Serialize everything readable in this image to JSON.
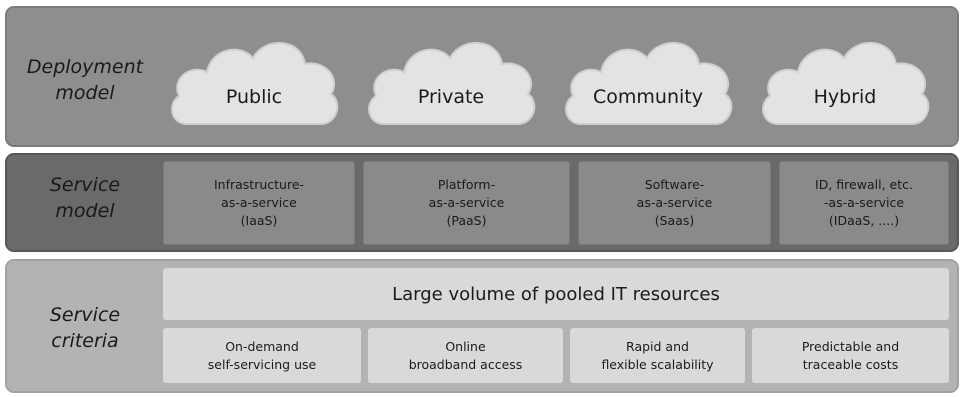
{
  "deployment": {
    "label_line1": "Deployment",
    "label_line2": "model",
    "clouds": [
      "Public",
      "Private",
      "Community",
      "Hybrid"
    ]
  },
  "service_model": {
    "label_line1": "Service",
    "label_line2": "model",
    "boxes": [
      {
        "line1": "Infrastructure-",
        "line2": "as-a-service",
        "line3": "(IaaS)"
      },
      {
        "line1": "Platform-",
        "line2": "as-a-service",
        "line3": "(PaaS)"
      },
      {
        "line1": "Software-",
        "line2": "as-a-service",
        "line3": "(Saas)"
      },
      {
        "line1": "ID, firewall, etc.",
        "line2": "-as-a-service",
        "line3": "(IDaaS, ....)"
      }
    ]
  },
  "service_criteria": {
    "label_line1": "Service",
    "label_line2": "criteria",
    "pool": "Large volume of pooled IT resources",
    "items": [
      {
        "line1": "On-demand",
        "line2": "self-servicing use"
      },
      {
        "line1": "Online",
        "line2": "broadband access"
      },
      {
        "line1": "Rapid and",
        "line2": "flexible scalability"
      },
      {
        "line1": "Predictable and",
        "line2": "traceable costs"
      }
    ]
  }
}
